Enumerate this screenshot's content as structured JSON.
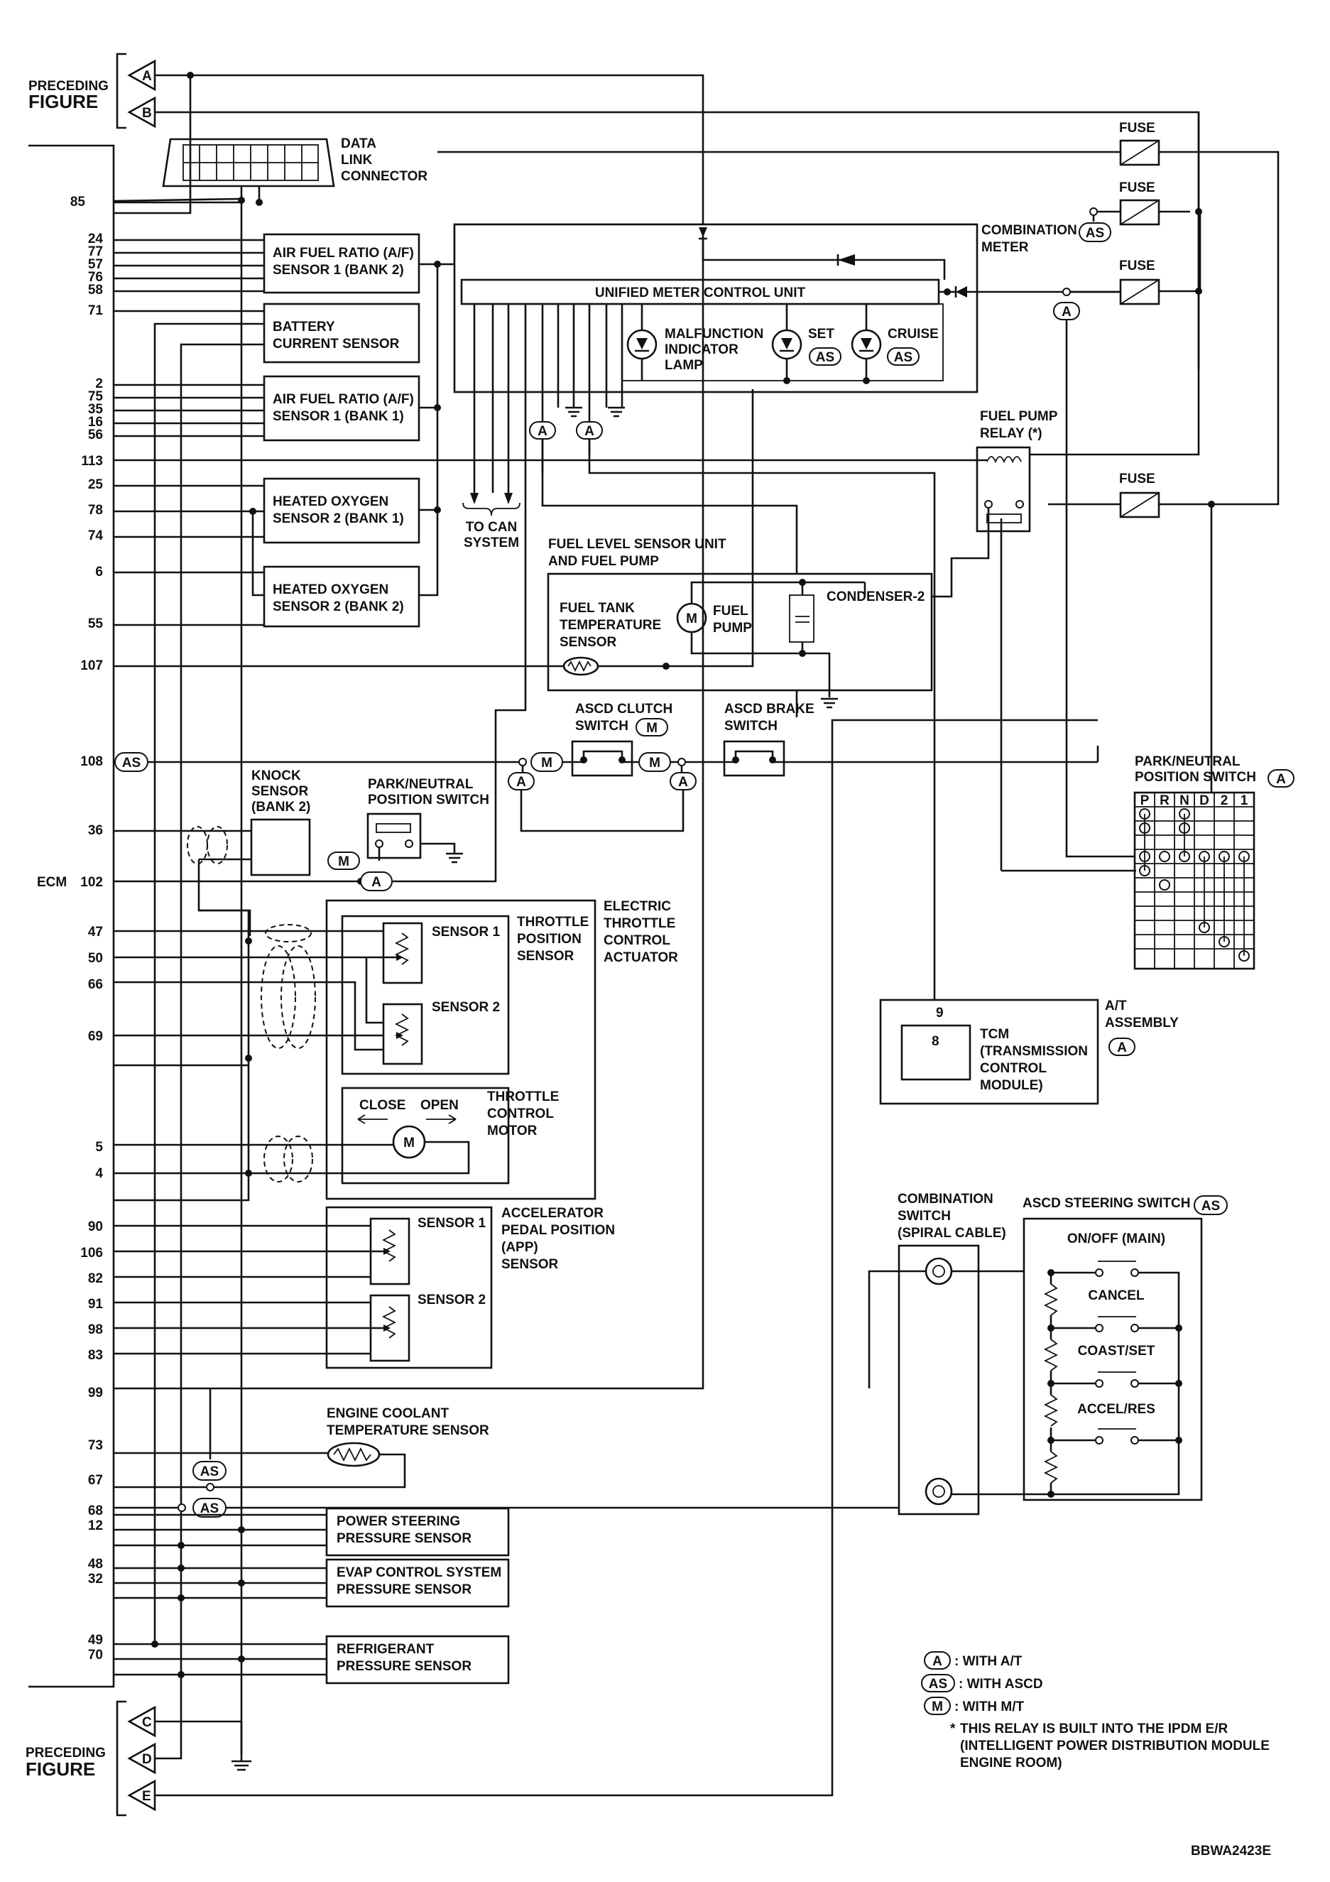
{
  "figure_code": "BBWA2423E",
  "preceding": {
    "label_line1": "PRECEDING",
    "label_line2": "FIGURE",
    "top_connectors": [
      "A",
      "B"
    ],
    "bottom_connectors": [
      "C",
      "D",
      "E"
    ]
  },
  "ecm": {
    "label": "ECM",
    "pins": [
      "85",
      "24",
      "77",
      "57",
      "76",
      "58",
      "71",
      "2",
      "75",
      "35",
      "16",
      "56",
      "113",
      "25",
      "78",
      "74",
      "6",
      "55",
      "107",
      "108",
      "36",
      "102",
      "47",
      "50",
      "66",
      "69",
      "5",
      "4",
      "90",
      "106",
      "82",
      "91",
      "98",
      "83",
      "99",
      "73",
      "67",
      "68",
      "12",
      "48",
      "32",
      "49",
      "70"
    ]
  },
  "components": {
    "dlc": [
      "DATA",
      "LINK",
      "CONNECTOR"
    ],
    "af_bank2": [
      "AIR FUEL RATIO (A/F)",
      "SENSOR 1 (BANK 2)"
    ],
    "battery_current": [
      "BATTERY",
      "CURRENT SENSOR"
    ],
    "af_bank1": [
      "AIR FUEL RATIO (A/F)",
      "SENSOR 1 (BANK 1)"
    ],
    "ho2s_bank1": [
      "HEATED OXYGEN",
      "SENSOR 2 (BANK 1)"
    ],
    "ho2s_bank2": [
      "HEATED OXYGEN",
      "SENSOR 2 (BANK 2)"
    ],
    "can": [
      "TO CAN",
      "SYSTEM"
    ],
    "combination_meter": [
      "COMBINATION",
      "METER"
    ],
    "umcu": "UNIFIED METER CONTROL UNIT",
    "mil": [
      "MALFUNCTION",
      "INDICATOR",
      "LAMP"
    ],
    "set": "SET",
    "cruise": "CRUISE",
    "fuse": "FUSE",
    "fuel_pump_relay": [
      "FUEL PUMP",
      "RELAY (*)"
    ],
    "fuel_level_unit": [
      "FUEL LEVEL SENSOR UNIT",
      "AND FUEL PUMP"
    ],
    "fuel_tank_temp": [
      "FUEL TANK",
      "TEMPERATURE",
      "SENSOR"
    ],
    "fuel_pump": [
      "FUEL",
      "PUMP"
    ],
    "condenser": "CONDENSER-2",
    "ascd_clutch": [
      "ASCD CLUTCH",
      "SWITCH"
    ],
    "ascd_brake": [
      "ASCD BRAKE",
      "SWITCH"
    ],
    "knock": [
      "KNOCK",
      "SENSOR",
      "(BANK 2)"
    ],
    "pnp_small": [
      "PARK/NEUTRAL",
      "POSITION SWITCH"
    ],
    "pnp_table_title": [
      "PARK/NEUTRAL",
      "POSITION SWITCH"
    ],
    "pnp_positions": [
      "P",
      "R",
      "N",
      "D",
      "2",
      "1"
    ],
    "etc": [
      "ELECTRIC",
      "THROTTLE",
      "CONTROL",
      "ACTUATOR"
    ],
    "tps": [
      "THROTTLE",
      "POSITION",
      "SENSOR"
    ],
    "sensor1": "SENSOR 1",
    "sensor2": "SENSOR 2",
    "motor": [
      "THROTTLE",
      "CONTROL",
      "MOTOR"
    ],
    "close": "CLOSE",
    "open": "OPEN",
    "app": [
      "ACCELERATOR",
      "PEDAL POSITION",
      "(APP)",
      "SENSOR"
    ],
    "tcm": [
      "TCM",
      "(TRANSMISSION",
      "CONTROL",
      "MODULE)"
    ],
    "tcm_pins": [
      "9",
      "8"
    ],
    "at_assembly": [
      "A/T",
      "ASSEMBLY"
    ],
    "ect": [
      "ENGINE COOLANT",
      "TEMPERATURE SENSOR"
    ],
    "combo_switch": [
      "COMBINATION",
      "SWITCH",
      "(SPIRAL CABLE)"
    ],
    "ascd_steering": "ASCD STEERING SWITCH",
    "steering_switches": [
      "ON/OFF (MAIN)",
      "CANCEL",
      "COAST/SET",
      "ACCEL/RES"
    ],
    "ps_pressure": [
      "POWER STEERING",
      "PRESSURE SENSOR"
    ],
    "evap": [
      "EVAP CONTROL SYSTEM",
      "PRESSURE SENSOR"
    ],
    "refrigerant": [
      "REFRIGERANT",
      "PRESSURE SENSOR"
    ],
    "motor_symbol": "M"
  },
  "badges": {
    "a": "A",
    "as": "AS",
    "m": "M"
  },
  "legend": {
    "a": ": WITH A/T",
    "as": ": WITH ASCD",
    "m": ": WITH M/T",
    "note_star": "*",
    "note": [
      "THIS RELAY IS BUILT INTO THE IPDM E/R",
      "(INTELLIGENT POWER DISTRIBUTION MODULE",
      "ENGINE ROOM)"
    ]
  }
}
